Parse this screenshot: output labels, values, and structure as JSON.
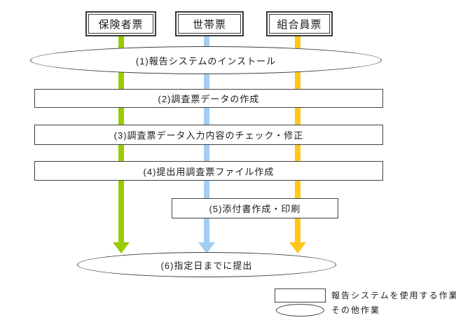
{
  "colors": {
    "insurer_arrow": "#99cc00",
    "household_arrow": "#a5cdf2",
    "member_arrow": "#ffc717",
    "shape_border": "#404040"
  },
  "headers": [
    {
      "label": "保険者票"
    },
    {
      "label": "世帯票"
    },
    {
      "label": "組合員票"
    }
  ],
  "steps": [
    {
      "shape": "ellipse",
      "label": "(1)報告システムのインストール"
    },
    {
      "shape": "rect",
      "label": "(2)調査票データの作成"
    },
    {
      "shape": "rect",
      "label": "(3)調査票データ入力内容のチェック・修正"
    },
    {
      "shape": "rect",
      "label": "(4)提出用調査票ファイル作成"
    },
    {
      "shape": "rect",
      "label": "(5)添付書作成・印刷"
    },
    {
      "shape": "ellipse",
      "label": "(6)指定日までに提出"
    }
  ],
  "legend": {
    "items": [
      {
        "shape": "rect",
        "label": "報告システムを使用する作業"
      },
      {
        "shape": "ellipse",
        "label": "その他作業"
      }
    ]
  }
}
